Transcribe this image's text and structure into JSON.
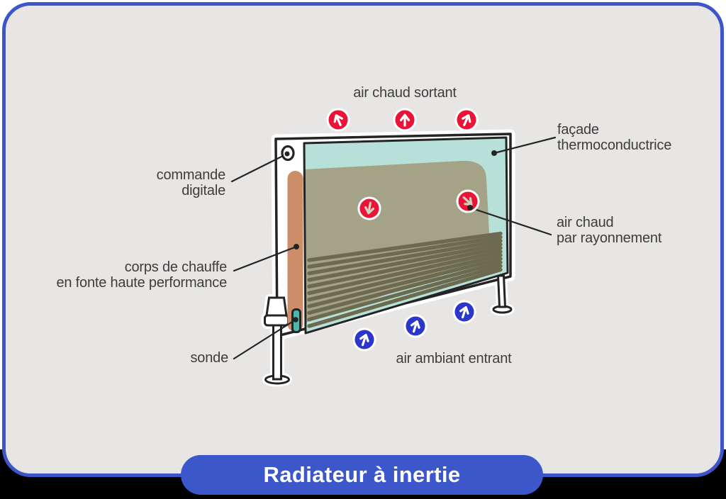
{
  "diagram": {
    "title": "Radiateur à inertie",
    "labels": {
      "top_airflow": "air chaud sortant",
      "facade": [
        "façade",
        "thermoconductrice"
      ],
      "commande": [
        "commande",
        "digitale"
      ],
      "corps": [
        "corps de chauffe",
        "en fonte haute performance"
      ],
      "rayonnement": [
        "air chaud",
        "par rayonnement"
      ],
      "sonde": "sonde",
      "bottom_airflow": "air ambiant entrant"
    },
    "icons": {
      "hot_air_out_arrows": "up-arrow-icon x3 (red circles)",
      "radiant_heat_arrows": "down-arrow-icon + down-right-arrow-icon (red circles)",
      "ambient_air_in_arrows": "up-arrow-icon x3 (blue circles)"
    },
    "colors": {
      "card_background": "#e7e6e5",
      "card_border": "#3c55c8",
      "title_pill": "#3c57ca",
      "title_text": "#ffffff",
      "label_text": "#3e3d3c",
      "hot_air_red": "#ea1536",
      "ambient_air_blue": "#2b36cd",
      "glass_teal": "#b7e0d9",
      "body_khaki": "#a4a287",
      "fins_olive": "#6c6b50",
      "core_orange": "#cb8e68",
      "probe_teal": "#48b8ac",
      "outline": "#242424",
      "knockout_arrow": "#d4cfb8",
      "bottom_outside": "#000000"
    }
  }
}
